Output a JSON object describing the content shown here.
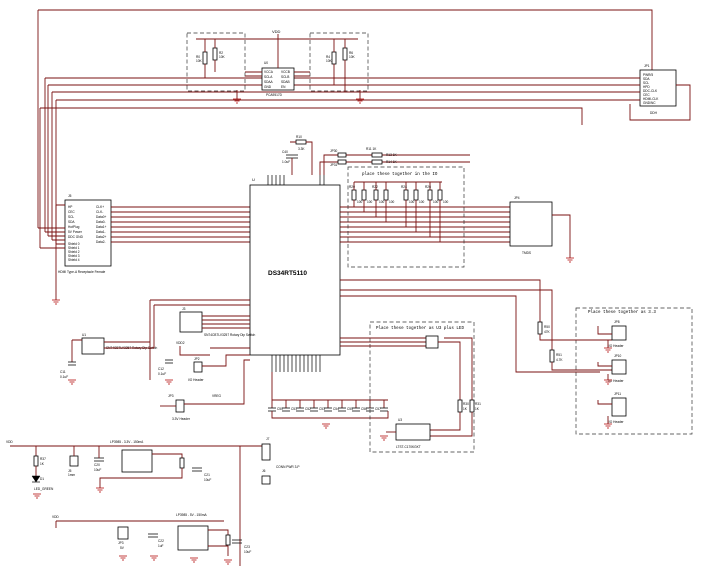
{
  "u_main": {
    "label": "DS34RT5110",
    "ref": "U"
  },
  "u0": {
    "ref": "U0",
    "part": "PCA9517D",
    "pins_left": [
      "VCCA",
      "SCLA",
      "SDAA",
      "GND"
    ],
    "pins_right": [
      "VCCB",
      "SCLB",
      "SDAB",
      "EN"
    ]
  },
  "vddtop": "VDD",
  "r_top": [
    "R0",
    "R2",
    "R4",
    "R6"
  ],
  "r_top_val": [
    "10K",
    "10K",
    "10K",
    "10K"
  ],
  "jp_conn_right": {
    "ref": "JP1",
    "label": "DDH",
    "pins": [
      "PWR/5",
      "SDA",
      "SCL",
      "HPD",
      "DDC-CLK",
      "CEC",
      "HDMI-CLK",
      "GND/NC"
    ]
  },
  "j5": {
    "ref": "J5",
    "label": "HDMI Type-A Receptacle Female",
    "left": [
      "HP",
      "CEC",
      "SCL",
      "SDA",
      "HotPlug",
      "5V Power",
      "DDC GND"
    ],
    "right": [
      "CLK+",
      "CLK-",
      "Data0+",
      "Data0-",
      "Data1+",
      "Data1-",
      "Data2+",
      "Data2-"
    ],
    "left2": [
      "Shield 0",
      "Shield 1",
      "Shield 2",
      "Shield 3",
      "Shield 4"
    ]
  },
  "tmds": {
    "ref": "JP4",
    "label": "TMDS"
  },
  "r10": {
    "ref": "R10",
    "val": "3.3K"
  },
  "c_top": {
    "ref": "C40",
    "val": "1.0uF"
  },
  "jp_top": [
    "JP30",
    "JP31"
  ],
  "r_hdr": [
    "R11 1K",
    "R13 1K",
    "R14 1K",
    "R15 1K"
  ],
  "place_text_1": "place these together in the IO",
  "r_term": [
    "R20",
    "R21",
    "R22",
    "R23",
    "R24",
    "R25",
    "R26",
    "R27"
  ],
  "r_term_val": [
    "100",
    "100",
    "100",
    "100",
    "100",
    "100",
    "100",
    "100"
  ],
  "sw1": {
    "ref": "U1",
    "label": "SN74CBTLV3257 Rotary Dip Switch"
  },
  "sw2": {
    "ref": "J3",
    "label": "SN74CBTLV3257 Rotary Dip Switch"
  },
  "c_bypass": [
    "C11",
    "C12"
  ],
  "c_bypass_val": [
    "0.1uF",
    "0.1uF"
  ],
  "vdd2": "VDD2",
  "jp2": {
    "ref": "JP2",
    "label": "I/O Header"
  },
  "jp3": {
    "ref": "JP3",
    "label": "3.3V Header"
  },
  "vreg": "VREG",
  "place_text_2": "Place these together as U3 plus LED",
  "u3": {
    "ref": "U3",
    "part": "LTST-C170KGKT"
  },
  "r_led": [
    "R30",
    "R31",
    "R32"
  ],
  "r_led_val": [
    "1K",
    "1K",
    "1K"
  ],
  "place_text_3": "Place these together as 3.3",
  "jp_hdr": [
    "JP8",
    "JP10",
    "JP11"
  ],
  "jp_hdr_lbl": [
    "I/O Header",
    "I/O Header",
    "I/O Header"
  ],
  "r_hp": [
    "R50",
    "R51"
  ],
  "r_hp_val": [
    "47K",
    "4.7K"
  ],
  "decaps": [
    "C50",
    "C51",
    "C52",
    "C53",
    "C54",
    "C55",
    "C56",
    "C57",
    "C58"
  ],
  "u7": {
    "ref": "U7",
    "label": "LP3985 - 3.3V - 150mA"
  },
  "u12": {
    "ref": "U12",
    "label": "LP3985 - 5V - 150mA"
  },
  "vdd_bottom": "VDD",
  "d1": {
    "ref": "D1",
    "label": "LED_GREEN"
  },
  "r37": {
    "ref": "R37",
    "val": "1K"
  },
  "jp5": {
    "ref": "J5",
    "label": "1mm"
  },
  "j6": {
    "ref": "J6",
    "label": "CONN PWR 3-P"
  },
  "j7": {
    "ref": "J7"
  },
  "c_out": [
    "C20",
    "C21",
    "C22",
    "C23"
  ],
  "c_out_val": [
    "10uF",
    "10uF",
    "1uF",
    "10uF"
  ],
  "jp_bot": {
    "ref": "JP3",
    "label": "5V"
  }
}
